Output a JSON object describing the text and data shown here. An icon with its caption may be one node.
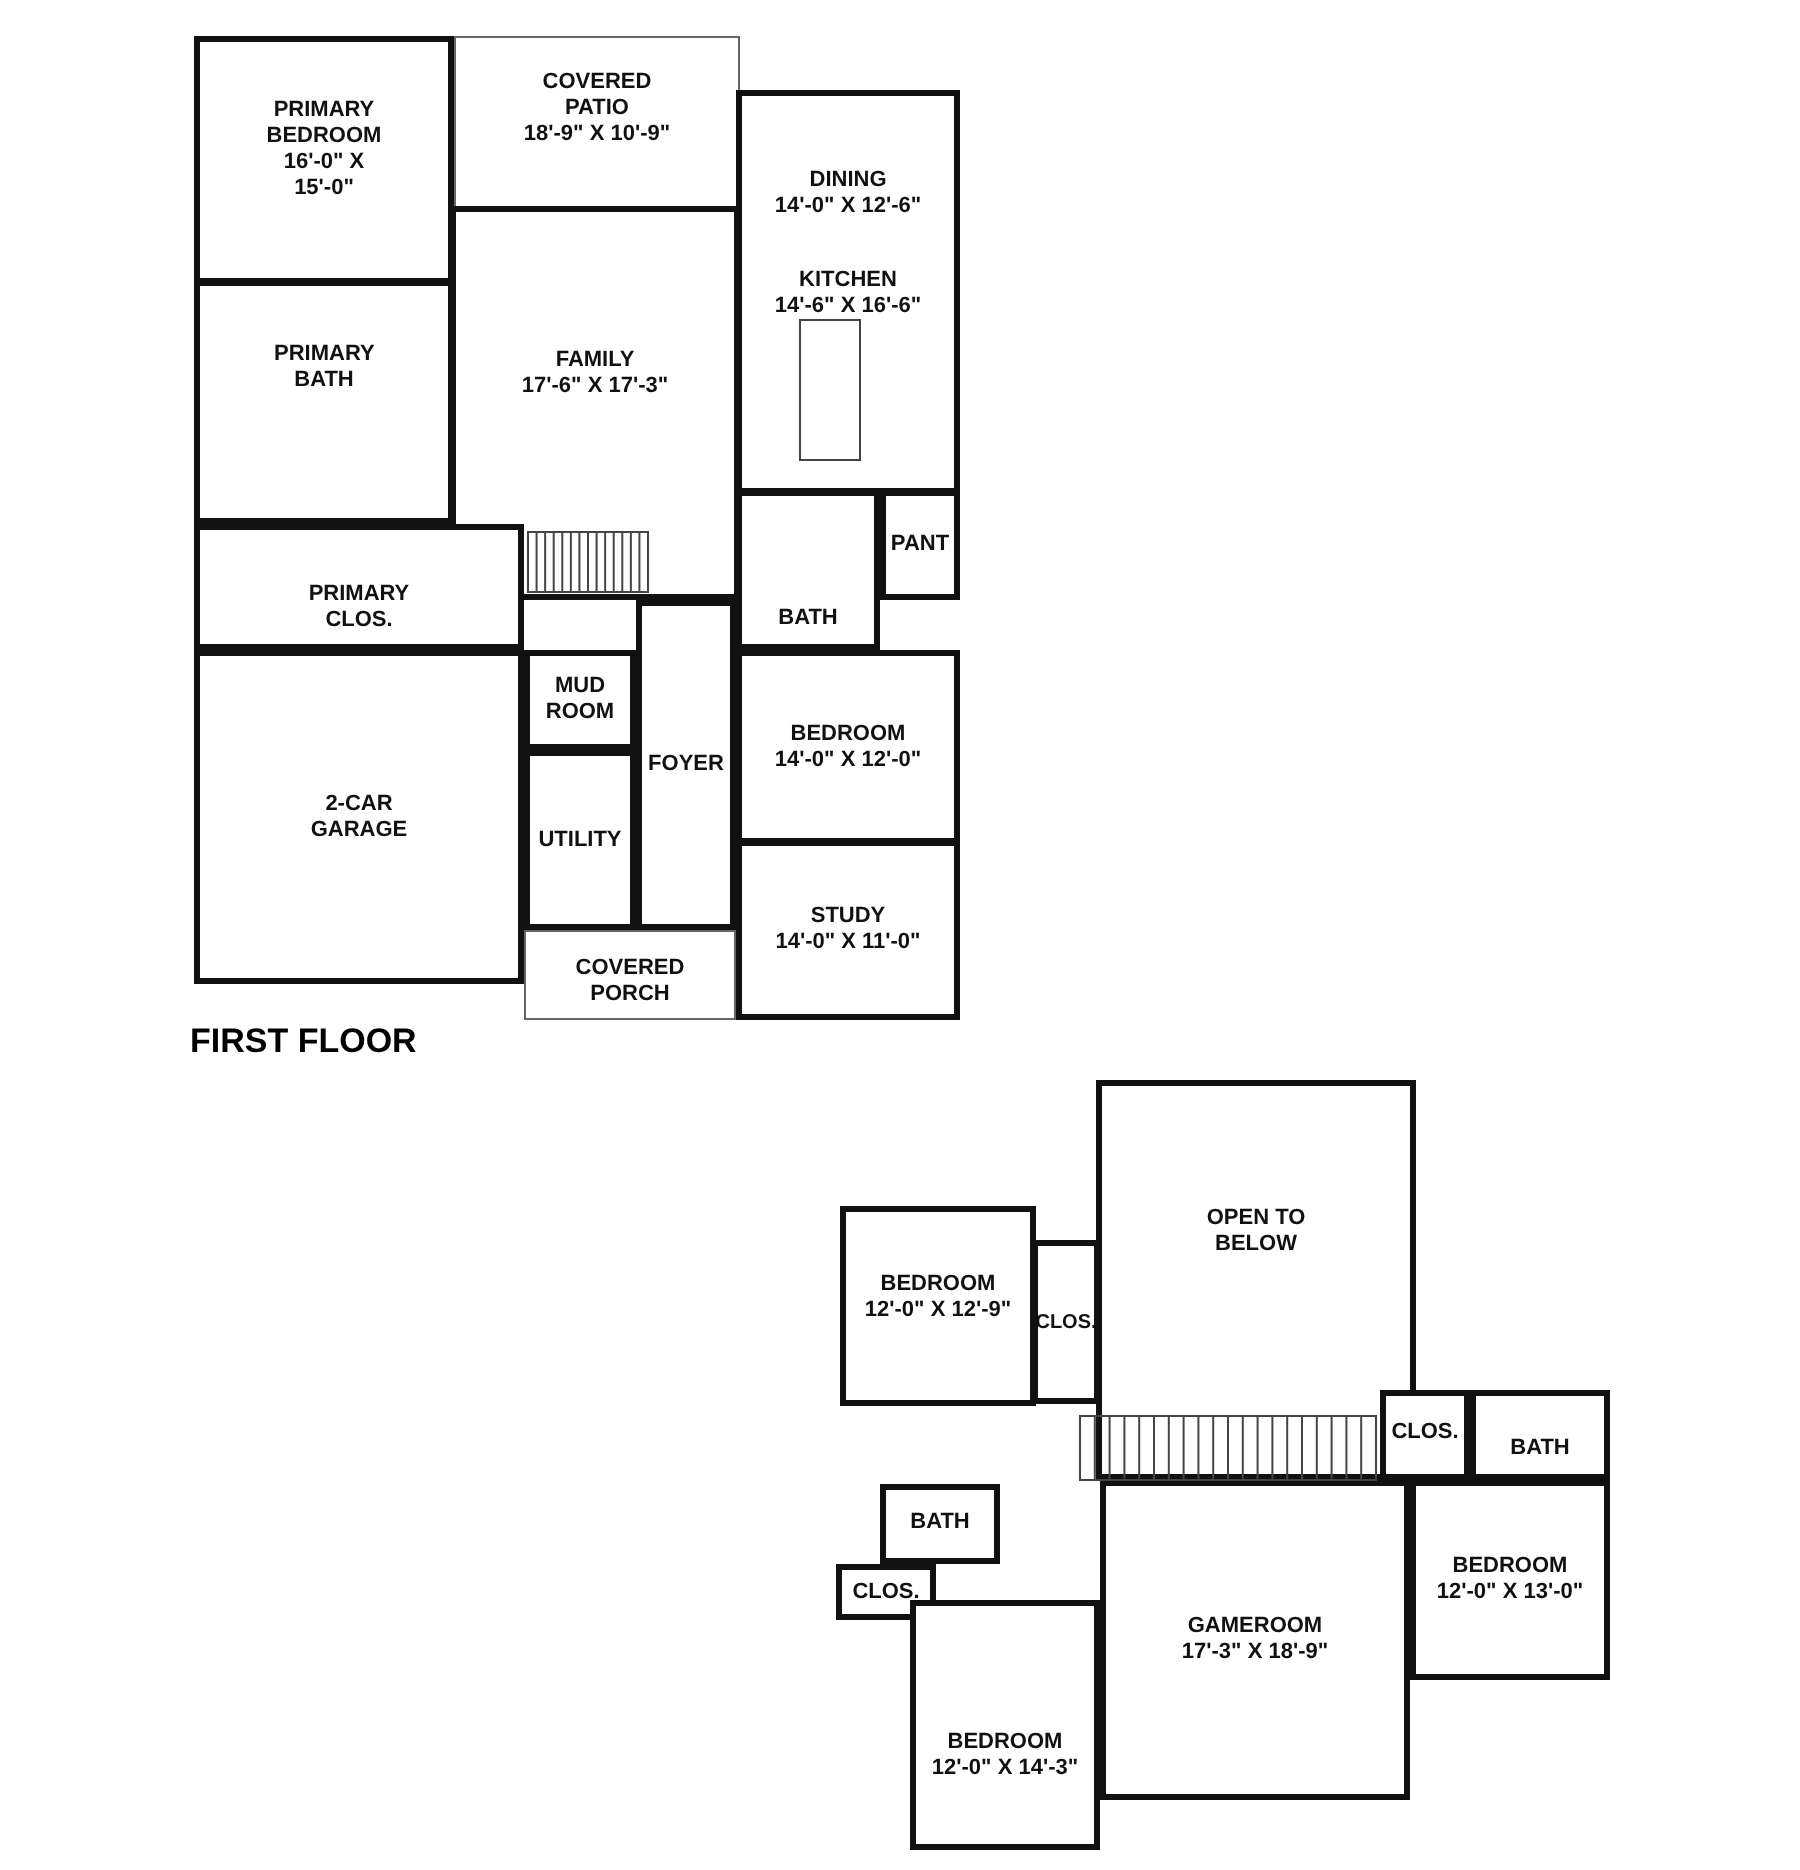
{
  "diagram": {
    "nodes": [
      {
        "text": [
          "PRIMARY BEDROOM",
          "16'-0\" X 15'-0\""
        ]
      },
      {
        "text": [
          "COVERED PATIO",
          "18'-9\" X 10'-9\""
        ]
      },
      {
        "text": [
          "DINING",
          "14'-0\" X 12'-6\""
        ]
      },
      {
        "text": [
          "KITCHEN",
          "14'-6\" X 16'-6\""
        ]
      },
      {
        "text": [
          "FAMILY",
          "17'-6\" X 17'-3\""
        ]
      },
      {
        "text": [
          "PRIMARY BATH"
        ]
      },
      {
        "text": [
          "PRIMARY CLOS."
        ]
      },
      {
        "text": [
          "PANT"
        ]
      },
      {
        "text": [
          "BATH"
        ]
      },
      {
        "text": [
          "MUD ROOM"
        ]
      },
      {
        "text": [
          "BEDROOM",
          "14'-0\" X 12'-0\""
        ]
      },
      {
        "text": [
          "FOYER"
        ]
      },
      {
        "text": [
          "UTILITY"
        ]
      },
      {
        "text": [
          "2-CAR GARAGE"
        ]
      },
      {
        "text": [
          "STUDY",
          "14'-0\" X 11'-0\""
        ]
      },
      {
        "text": [
          "COVERED PORCH"
        ]
      },
      {
        "text": [
          "OPEN TO BELOW"
        ]
      },
      {
        "text": [
          "BEDROOM",
          "12'-0\" X 12'-9\""
        ]
      },
      {
        "text": [
          "CLOS."
        ]
      },
      {
        "text": [
          "CLOS."
        ]
      },
      {
        "text": [
          "BATH"
        ]
      },
      {
        "text": [
          "BATH"
        ]
      },
      {
        "text": [
          "BEDROOM",
          "12'-0\" X 13'-0\""
        ]
      },
      {
        "text": [
          "CLOS."
        ]
      },
      {
        "text": [
          "GAMEROOM",
          "17'-3\" X 18'-9\""
        ]
      },
      {
        "text": [
          "BEDROOM",
          "12'-0\" X 14'-3\""
        ]
      }
    ],
    "labels": [
      "FIRST FLOOR"
    ]
  }
}
